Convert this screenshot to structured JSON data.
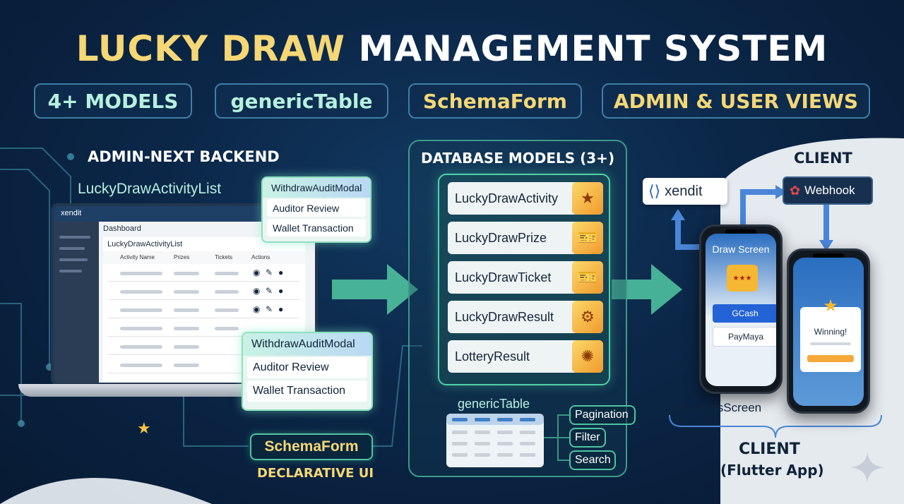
{
  "title": {
    "highlight": "LUCKY DRAW",
    "rest": "MANAGEMENT SYSTEM"
  },
  "pills": [
    "4+ MODELS",
    "genericTable",
    "SchemaForm",
    "ADMIN & USER VIEWS"
  ],
  "colors": {
    "gold": "#f5d776",
    "mint": "#b6f0df",
    "accent_green": "#52c9a3",
    "accent_blue": "#4a86d8"
  },
  "admin": {
    "heading": "ADMIN-NEXT BACKEND",
    "list_label": "LuckyDrawActivityList",
    "mock": {
      "logo": "xendit",
      "dashboard": "Dashboard",
      "list_title": "LuckyDrawActivityList",
      "columns": [
        "Activity Name",
        "Prizes",
        "Tickets",
        "Actions"
      ],
      "action_icons": [
        "eye-icon",
        "pencil-icon",
        "person-icon"
      ]
    },
    "modal_top": {
      "title": "WithdrawAuditModal",
      "items": [
        "Auditor Review",
        "Wallet Transaction"
      ]
    },
    "modal_bottom": {
      "title": "WithdrawAuditModal",
      "items": [
        "Auditor Review",
        "Wallet Transaction"
      ]
    },
    "schema_form": "SchemaForm",
    "declarative": "DECLARATIVE UI"
  },
  "database": {
    "heading": "DATABASE MODELS (3+)",
    "models": [
      {
        "name": "LuckyDrawActivity",
        "icon": "star-icon"
      },
      {
        "name": "LuckyDrawPrize",
        "icon": "ticket-icon"
      },
      {
        "name": "LuckyDrawTicket",
        "icon": "ticket-icon"
      },
      {
        "name": "LuckyDrawResult",
        "icon": "database-gear-icon"
      },
      {
        "name": "LotteryResult",
        "icon": "network-icon"
      }
    ],
    "generic_table": "genericTable",
    "features": [
      "Pagination",
      "Filter",
      "Search"
    ]
  },
  "client": {
    "heading": "CLIENT",
    "xendit": "xendit",
    "webhook": "Webhook",
    "draw_screen": "Draw Screen",
    "gcash": "GCash",
    "paymaya": "PayMaya",
    "winning": "Winning!",
    "success_screen": "SuccessScreen",
    "footer_title": "CLIENT",
    "footer_sub": "(Flutter App)"
  }
}
